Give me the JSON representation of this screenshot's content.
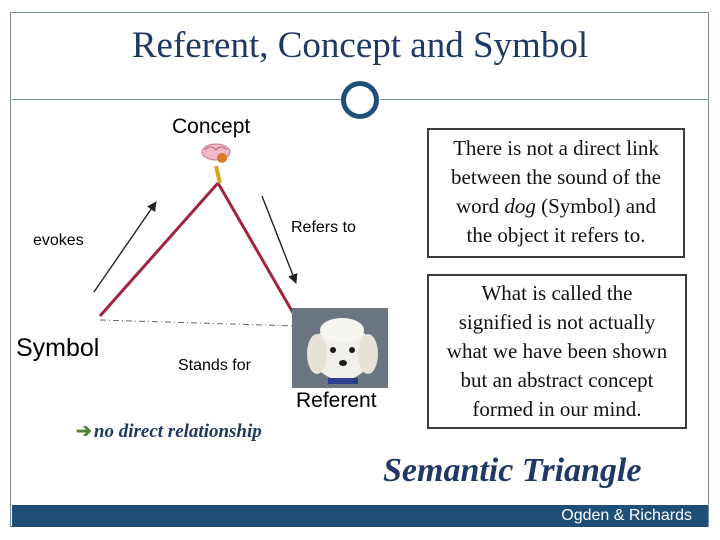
{
  "slide": {
    "title": "Referent, Concept and Symbol"
  },
  "diagram": {
    "concept_label": "Concept",
    "symbol_label": "Symbol",
    "referent_label": "Referent",
    "evokes_label": "evokes",
    "refers_to_label": "Refers to",
    "stands_for_label": "Stands for",
    "no_direct_arrow": "➔",
    "no_direct_text": "no direct relationship",
    "concept_icon": "brain-icon",
    "referent_image": "dog-photo"
  },
  "textbox1": {
    "lines": [
      "There is not a direct link",
      "between the sound of the",
      "word ",
      "dog",
      " (Symbol) and",
      "the object it refers to."
    ]
  },
  "textbox2": {
    "lines": [
      "What is called the",
      "signified is not actually",
      "what we have been shown",
      "but an abstract concept",
      "formed in our mind."
    ]
  },
  "caption": {
    "semantic_triangle": "Semantic Triangle",
    "credit": "Ogden & Richards"
  },
  "colors": {
    "title": "#1f3864",
    "triangle": "#a0253f",
    "footer": "#1f4e79",
    "accent_green": "#548235"
  }
}
